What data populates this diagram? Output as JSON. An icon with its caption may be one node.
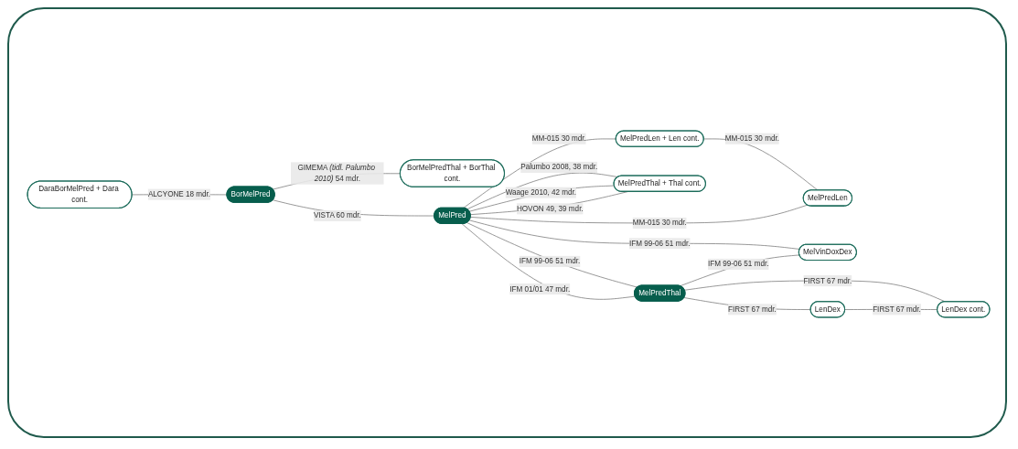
{
  "diagram": {
    "nodes": [
      {
        "text": [
          "DaraBorMelPred + Dara cont."
        ]
      },
      {
        "text": [
          "BorMelPred"
        ]
      },
      {
        "text": [
          "BorMelPredThal + BorThal cont."
        ]
      },
      {
        "text": [
          "MelPredLen + Len cont."
        ]
      },
      {
        "text": [
          "MelPredLen"
        ]
      },
      {
        "text": [
          "MelPred"
        ]
      },
      {
        "text": [
          "MelPredThal + Thal cont."
        ]
      },
      {
        "text": [
          "MelVinDoxDex"
        ]
      },
      {
        "text": [
          "MelPredThal"
        ]
      },
      {
        "text": [
          "LenDex"
        ]
      },
      {
        "text": [
          "LenDex cont."
        ]
      }
    ],
    "edges": [
      {
        "from": 0,
        "to": 1,
        "arrow": "none",
        "label": "ALCYONE 18 mdr."
      },
      {
        "from": 1,
        "to": 2,
        "arrow": "none",
        "label": "GIMEMA *(tidl. Palumbo 2010)* 54 mdr."
      },
      {
        "from": 1,
        "to": 5,
        "arrow": "none",
        "label": "VISTA 60 mdr."
      },
      {
        "from": 3,
        "to": 4,
        "arrow": "none",
        "label": "MM-015 30 mdr."
      },
      {
        "from": 5,
        "to": 3,
        "arrow": "none",
        "label": "MM-015 30 mdr."
      },
      {
        "from": 5,
        "to": 4,
        "arrow": "none",
        "label": "MM-015 30 mdr."
      },
      {
        "from": 5,
        "to": 6,
        "arrow": "none",
        "label": "Palumbo 2008, 38 mdr."
      },
      {
        "from": 5,
        "to": 6,
        "arrow": "none",
        "label": "Waage 2010, 42 mdr."
      },
      {
        "from": 5,
        "to": 6,
        "arrow": "none",
        "label": "HOVON 49, 39 mdr."
      },
      {
        "from": 5,
        "to": 7,
        "arrow": "none",
        "label": "IFM 99-06 51 mdr."
      },
      {
        "from": 5,
        "to": 8,
        "arrow": "none",
        "label": "IFM 99-06 51 mdr."
      },
      {
        "from": 5,
        "to": 8,
        "arrow": "none",
        "label": "IFM 01/01 47 mdr."
      },
      {
        "from": 8,
        "to": 7,
        "arrow": "none",
        "label": "IFM 99-06 51 mdr."
      },
      {
        "from": 8,
        "to": 9,
        "arrow": "none",
        "label": "FIRST 67 mdr."
      },
      {
        "from": 8,
        "to": 10,
        "arrow": "none",
        "label": "FIRST 67 mdr."
      },
      {
        "from": 9,
        "to": 10,
        "arrow": "none",
        "label": "FIRST 67 mdr."
      }
    ]
  }
}
